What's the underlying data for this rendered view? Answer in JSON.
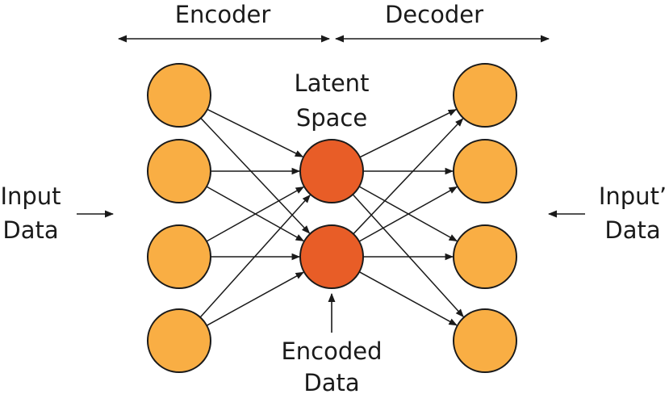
{
  "labels": {
    "encoder": "Encoder",
    "decoder": "Decoder",
    "latent_line1": "Latent",
    "latent_line2": "Space",
    "input_line1": "Input",
    "input_line2": "Data",
    "output_line1": "Input’",
    "output_line2": "Data",
    "encoded_line1": "Encoded",
    "encoded_line2": "Data"
  },
  "layers": {
    "input_count": 4,
    "latent_count": 2,
    "output_count": 4
  },
  "colors": {
    "io_node_fill": "#F9AE44",
    "latent_node_fill": "#E85D27",
    "node_stroke": "#1a1a1a",
    "edge": "#1a1a1a"
  }
}
